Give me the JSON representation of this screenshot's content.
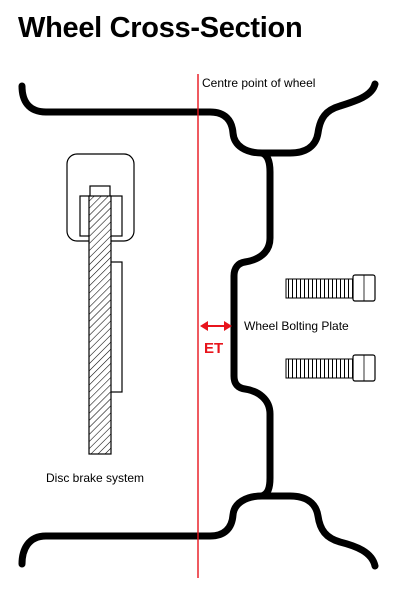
{
  "title": "Wheel Cross-Section",
  "labels": {
    "centre": "Centre point of wheel",
    "bolting_plate": "Wheel Bolting Plate",
    "et": "ET",
    "disc_brake": "Disc brake system"
  },
  "colors": {
    "outline": "#000000",
    "accent": "#e8141c"
  }
}
